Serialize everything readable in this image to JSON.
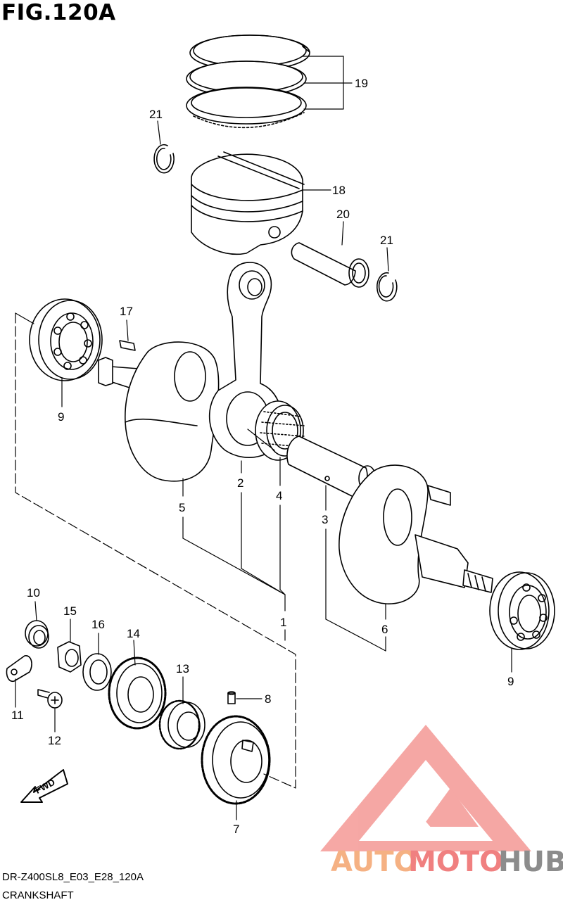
{
  "header": {
    "title": "FIG.120A"
  },
  "footer": {
    "code": "DR-Z400SL8_E03_E28_120A",
    "name": "CRANKSHAFT"
  },
  "callouts": {
    "c1": "1",
    "c2": "2",
    "c3": "3",
    "c4": "4",
    "c5": "5",
    "c6": "6",
    "c7": "7",
    "c8": "8",
    "c9a": "9",
    "c9b": "9",
    "c10": "10",
    "c11": "11",
    "c12": "12",
    "c13": "13",
    "c14": "14",
    "c15": "15",
    "c16": "16",
    "c17": "17",
    "c18": "18",
    "c19": "19",
    "c20": "20",
    "c21a": "21",
    "c21b": "21"
  },
  "fwd_label": "FWD",
  "watermark": {
    "part1": "AUTO",
    "part2": "MOTO",
    "part3": "HUB",
    "color1": "#F5B183",
    "color2": "#F08080",
    "color3": "#8C8C8C",
    "logo_color": "#F19A96"
  },
  "colors": {
    "line": "#000000",
    "background": "#ffffff"
  }
}
